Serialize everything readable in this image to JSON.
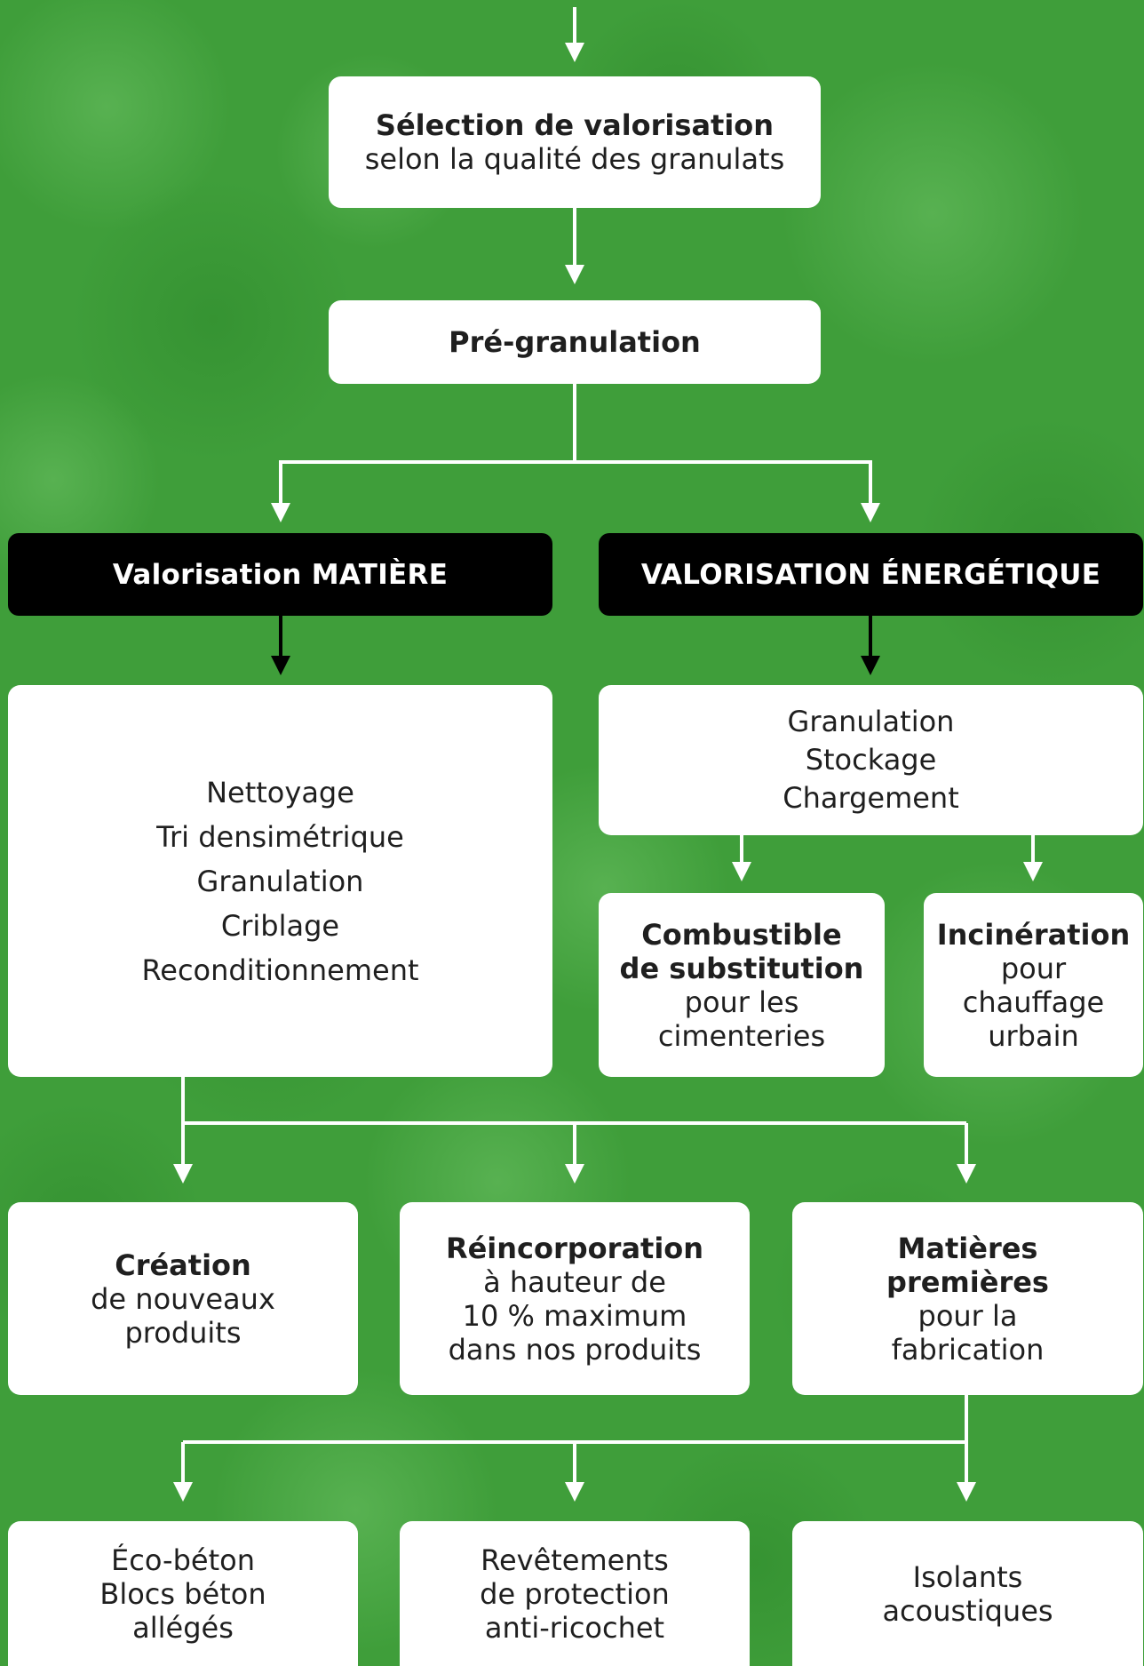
{
  "colors": {
    "background": "#3f9e3a",
    "box": "#ffffff",
    "header": "#000000",
    "connector_light": "#ffffff",
    "connector_dark": "#000000"
  },
  "steps": {
    "selection": {
      "title": "Sélection de valorisation",
      "subtitle": "selon la qualité des granulats"
    },
    "pregranulation": {
      "title": "Pré-granulation"
    }
  },
  "branches": {
    "matiere": {
      "header": "Valorisation MATIÈRE",
      "process": [
        "Nettoyage",
        "Tri densimétrique",
        "Granulation",
        "Criblage",
        "Reconditionnement"
      ],
      "outputs": [
        {
          "title": "Création",
          "lines": [
            "de nouveaux",
            "produits"
          ]
        },
        {
          "title": "Réincorporation",
          "lines": [
            "à hauteur de",
            "10 % maximum",
            "dans nos produits"
          ]
        },
        {
          "title_lines": [
            "Matières",
            "premières"
          ],
          "lines": [
            "pour la",
            "fabrication"
          ]
        }
      ],
      "products": [
        {
          "lines": [
            "Éco-béton",
            "Blocs béton",
            "allégés"
          ]
        },
        {
          "lines": [
            "Revêtements",
            "de protection",
            "anti-ricochet"
          ]
        },
        {
          "lines": [
            "Isolants",
            "acoustiques"
          ]
        }
      ]
    },
    "energetique": {
      "header": "VALORISATION ÉNERGÉTIQUE",
      "process": [
        "Granulation",
        "Stockage",
        "Chargement"
      ],
      "outputs": [
        {
          "title_lines": [
            "Combustible",
            "de substitution"
          ],
          "lines": [
            "pour les",
            "cimenteries"
          ]
        },
        {
          "title": "Incinération",
          "lines": [
            "pour",
            "chauffage",
            "urbain"
          ]
        }
      ]
    }
  }
}
